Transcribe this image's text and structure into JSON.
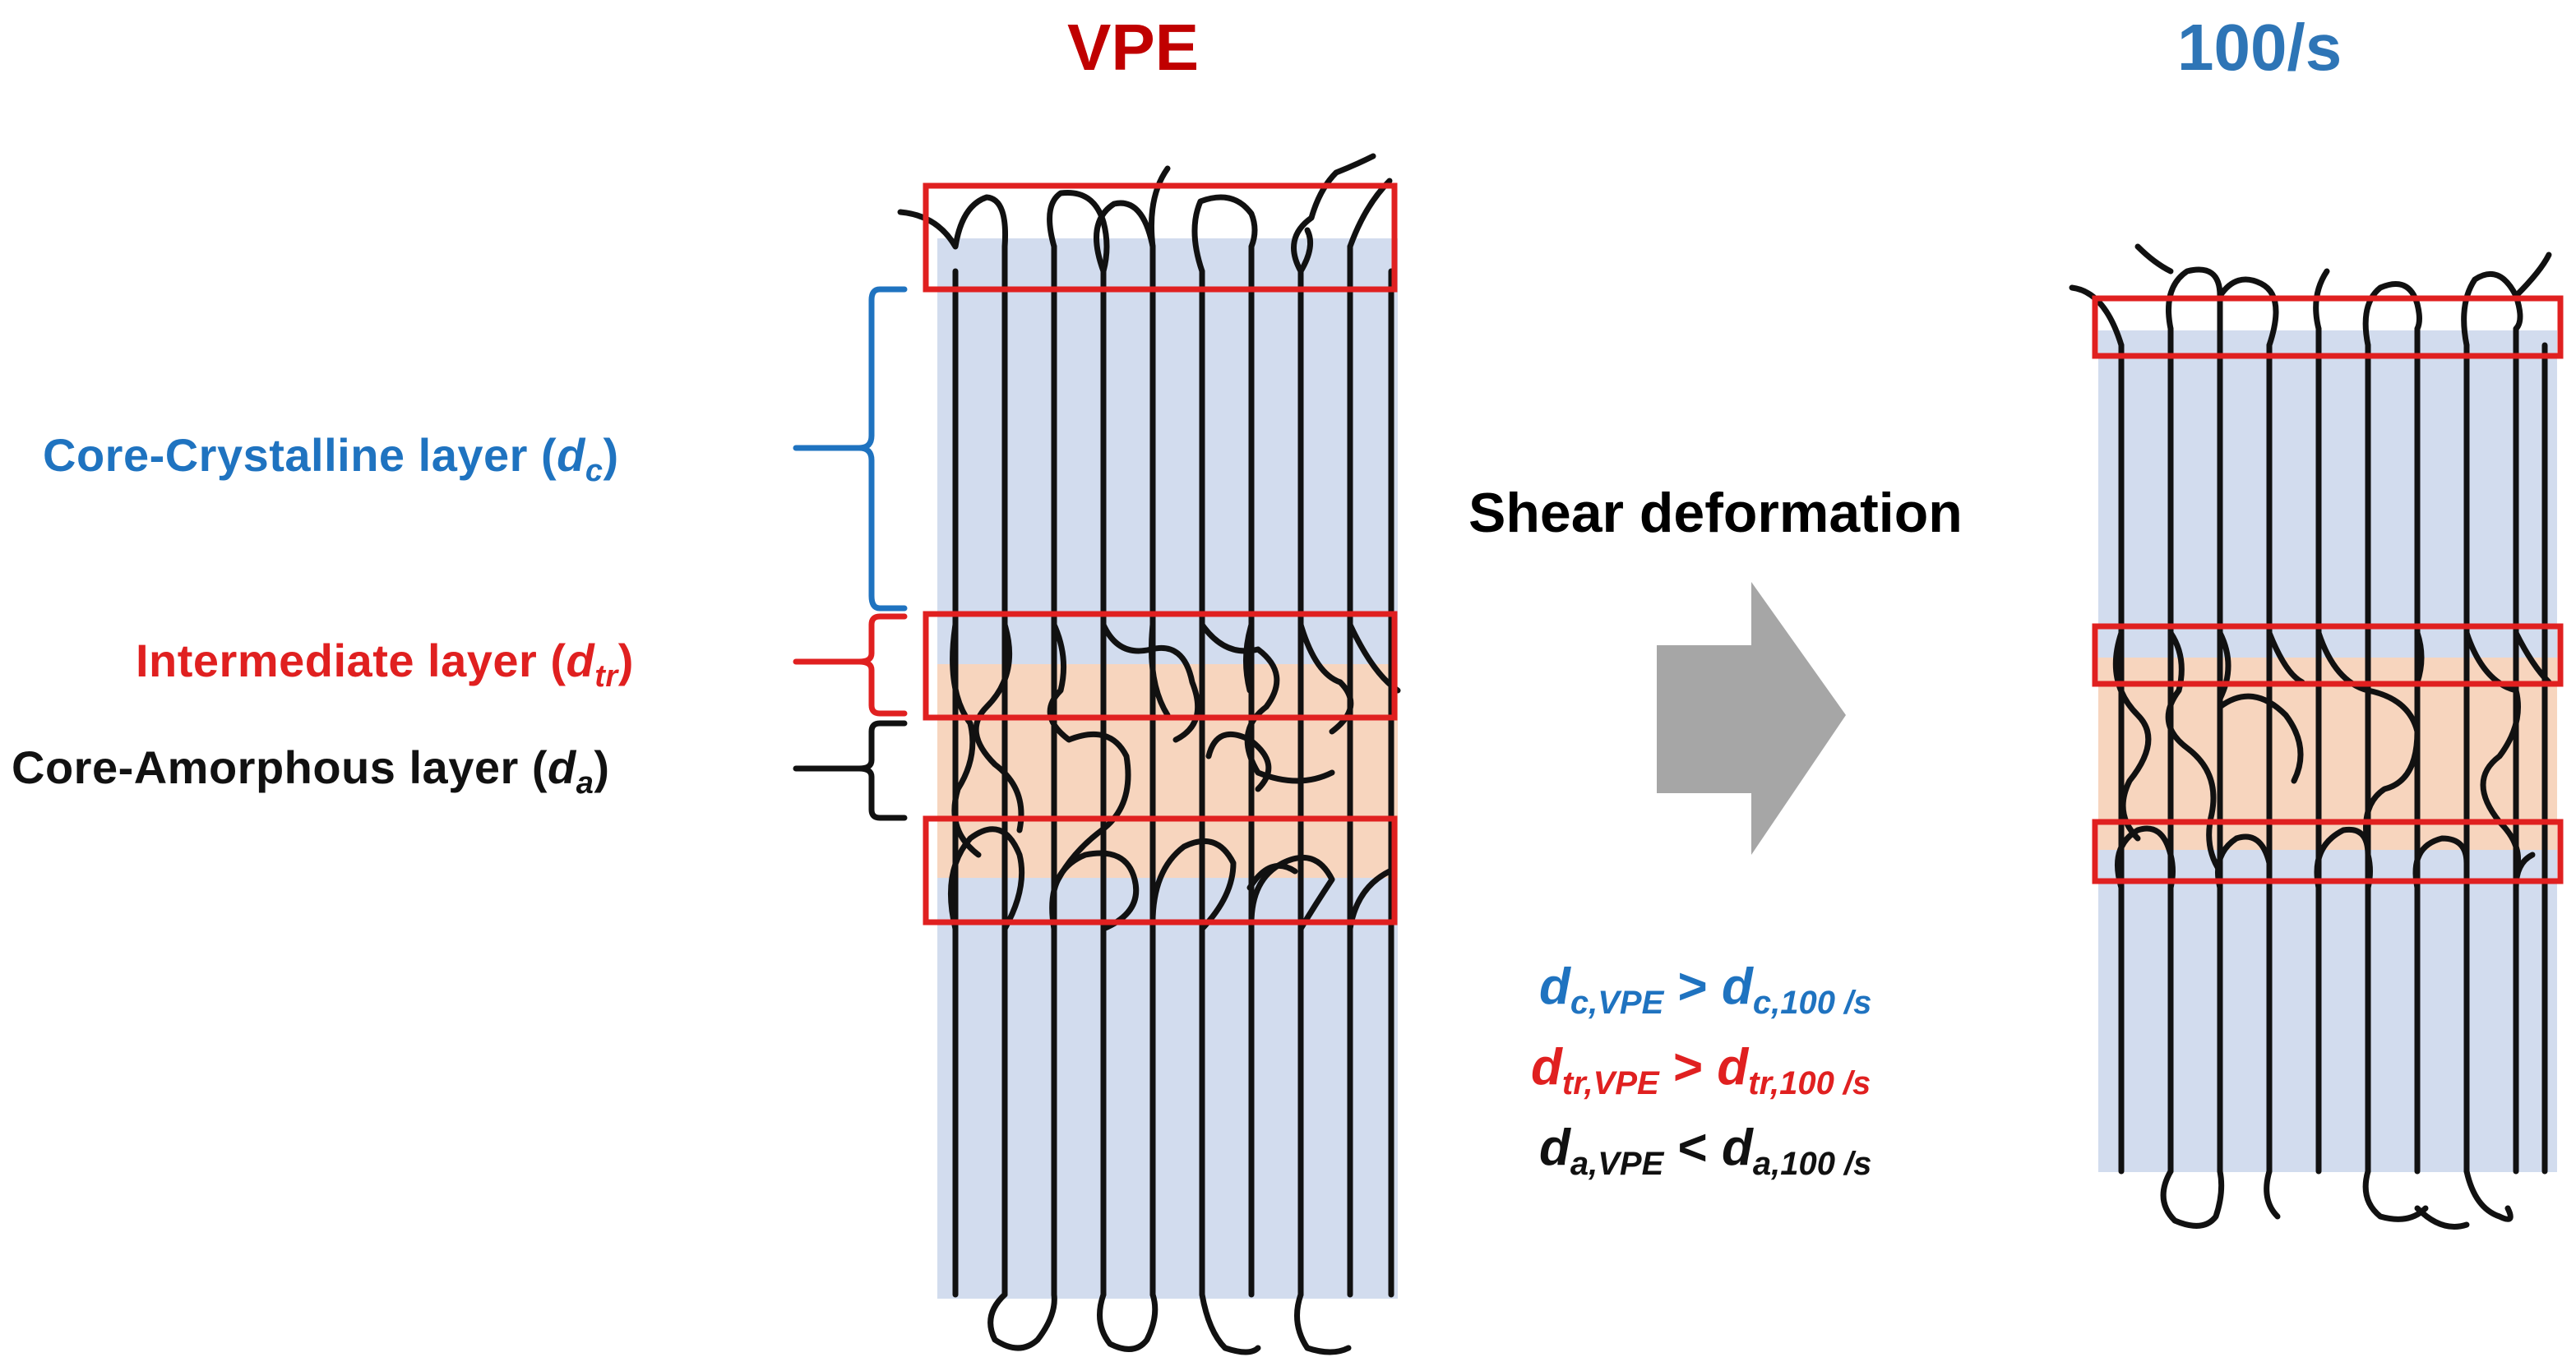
{
  "colors": {
    "vpe_title": "#c00000",
    "rate_title": "#2e75b6",
    "crystalline": "#1f73c0",
    "intermediate": "#e02020",
    "amorphous": "#111111",
    "crystal_fill": "#d2dcee",
    "amorphous_fill": "#f7d5be",
    "box_stroke": "#e02020",
    "arrow": "#a6a6a6"
  },
  "titles": {
    "left": "VPE",
    "right": "100/s"
  },
  "layers": {
    "crystalline": {
      "text": "Core-Crystalline  layer (",
      "var": "d",
      "sub": "c",
      "close": ")"
    },
    "intermediate": {
      "text": "Intermediate layer (",
      "var": "d",
      "sub": "tr",
      "close": ")"
    },
    "amorphous": {
      "text": "Core-Amorphous layer (",
      "var": "d",
      "sub": "a",
      "close": ")"
    }
  },
  "process": {
    "label": "Shear deformation",
    "arrow_icon": "right-arrow-icon"
  },
  "relations": [
    {
      "lhs_var": "d",
      "lhs_sub": "c,VPE",
      "op": ">",
      "rhs_var": "d",
      "rhs_sub": "c,100 /s"
    },
    {
      "lhs_var": "d",
      "lhs_sub": "tr,VPE",
      "op": ">",
      "rhs_var": "d",
      "rhs_sub": "tr,100 /s"
    },
    {
      "lhs_var": "d",
      "lhs_sub": "a,VPE",
      "op": "<",
      "rhs_var": "d",
      "rhs_sub": "a,100 /s"
    }
  ]
}
